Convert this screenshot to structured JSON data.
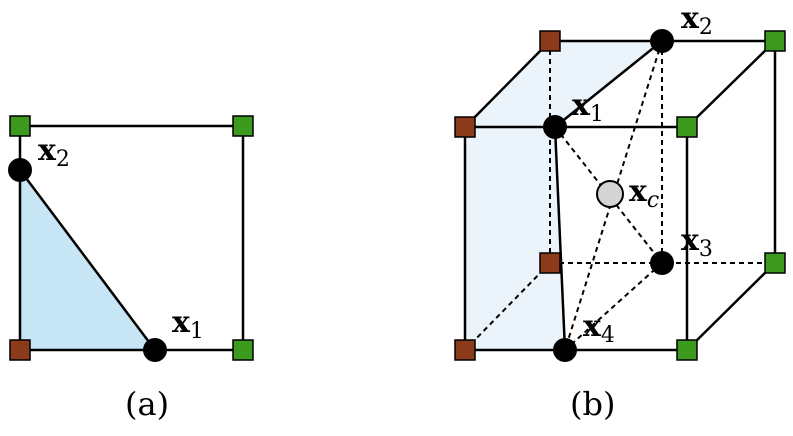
{
  "colors": {
    "fill_a": "#c6e6f5",
    "fill_b": "#eaf4fa",
    "brown": "#8b3a1a",
    "green": "#3d9a1f",
    "point": "#000000",
    "centroid": "#d4d4d4"
  },
  "panel_a": {
    "caption": "(a)",
    "labels": [
      {
        "base": "x",
        "sub": "2"
      },
      {
        "base": "x",
        "sub": "1"
      }
    ]
  },
  "panel_b": {
    "caption": "(b)",
    "labels": [
      {
        "base": "x",
        "sub": "2"
      },
      {
        "base": "x",
        "sub": "1"
      },
      {
        "base": "x",
        "sub": "c"
      },
      {
        "base": "x",
        "sub": "3"
      },
      {
        "base": "x",
        "sub": "4"
      }
    ]
  }
}
